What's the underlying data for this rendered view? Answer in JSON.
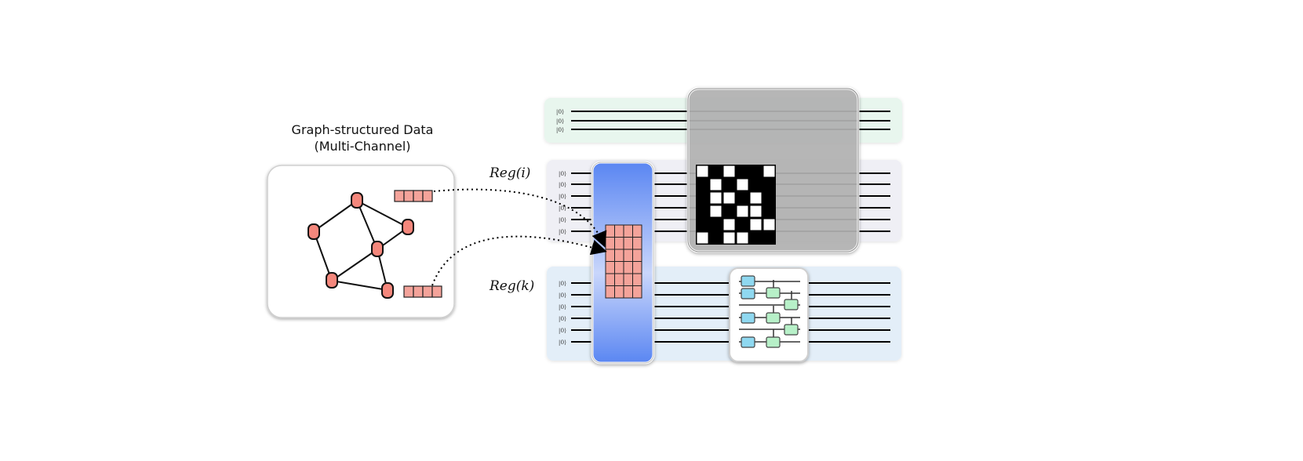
{
  "graph_panel": {
    "title_line1": "Graph-structured Data",
    "title_line2": "(Multi-Channel)",
    "node_color": "#f4877c",
    "feature_color": "#f4a39a"
  },
  "registers": {
    "reg_i_label": "Reg(i)",
    "reg_k_label": "Reg(k)",
    "top": {
      "kets": [
        "|0⟩",
        "|0⟩",
        "|0⟩"
      ],
      "color": "#e8f6ee"
    },
    "reg_i": {
      "kets": [
        "|0⟩",
        "|0⟩",
        "|0⟩",
        "|0⟩",
        "|0⟩",
        "|0⟩"
      ],
      "color": "#efeff5"
    },
    "reg_k": {
      "kets": [
        "|0⟩",
        "|0⟩",
        "|0⟩",
        "|0⟩",
        "|0⟩",
        "|0⟩"
      ],
      "color": "#e3eef8"
    }
  },
  "colors": {
    "encoding_block": "#6d96f4",
    "embedded_matrix": "#f4a39a",
    "gate_blue": "#8fd8f0",
    "gate_green": "#b7f0c8",
    "overlay_gray": "#b4b4b4"
  },
  "adjacency_pattern": [
    [
      1,
      0,
      1,
      0,
      0,
      1
    ],
    [
      0,
      1,
      0,
      1,
      0,
      0
    ],
    [
      0,
      1,
      1,
      0,
      1,
      0
    ],
    [
      0,
      1,
      0,
      1,
      1,
      0
    ],
    [
      0,
      0,
      1,
      0,
      1,
      1
    ],
    [
      1,
      0,
      1,
      1,
      0,
      0
    ]
  ]
}
